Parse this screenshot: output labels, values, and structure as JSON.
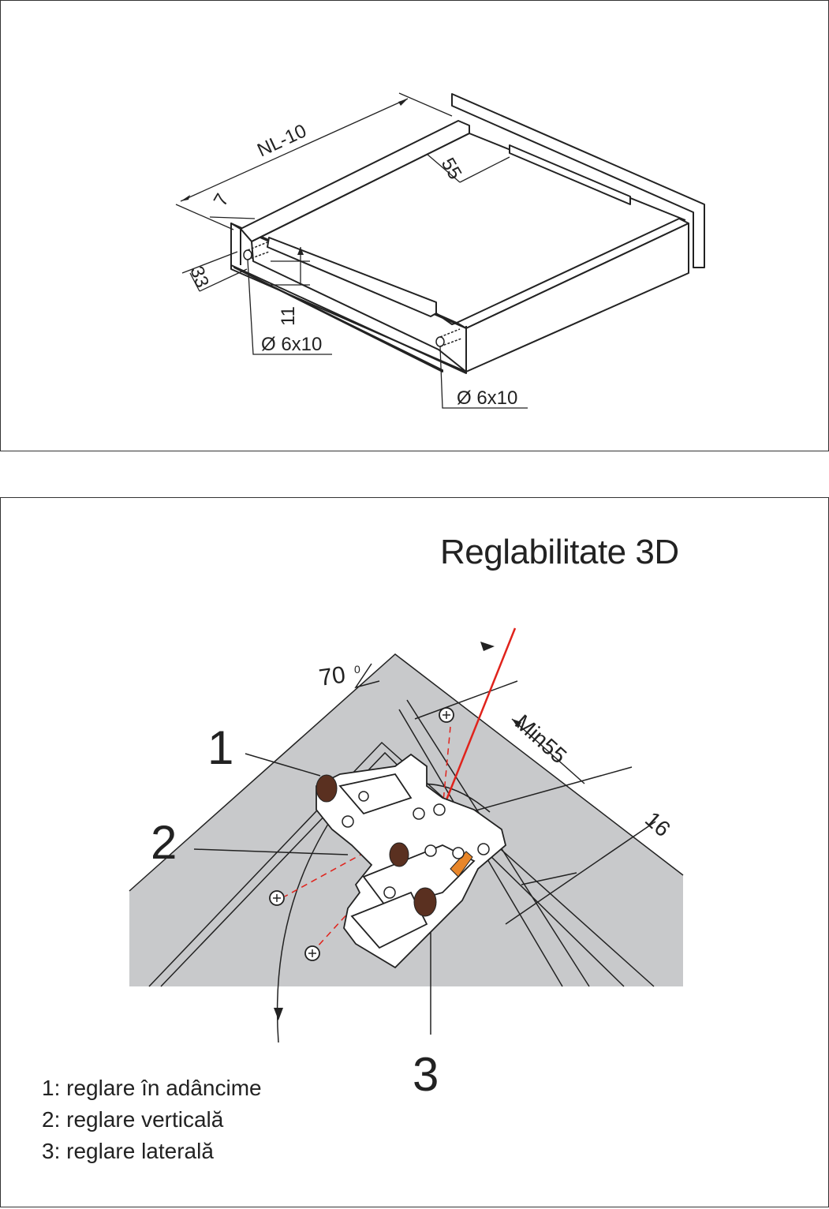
{
  "drawer": {
    "label_length": "NL-10",
    "label_offset": "7",
    "label_spacing": "55",
    "label_height": "33",
    "label_depth": "11",
    "label_hole_left": "Ø 6x10",
    "label_hole_right": "Ø 6x10"
  },
  "adjust": {
    "title": "Reglabilitate 3D",
    "angle": "70",
    "angle_unit": "0",
    "min_label": "Min55",
    "thickness_label": "16",
    "callout_1": "1",
    "callout_2": "2",
    "callout_3": "3",
    "legend": [
      "1: reglare în adâncime",
      "2: reglare verticală",
      "3: reglare laterală"
    ]
  },
  "colors": {
    "line": "#222222",
    "panel_gray": "#c8c9cb",
    "red": "#e0231c",
    "orange": "#e8862a",
    "knob": "#5a3020"
  }
}
